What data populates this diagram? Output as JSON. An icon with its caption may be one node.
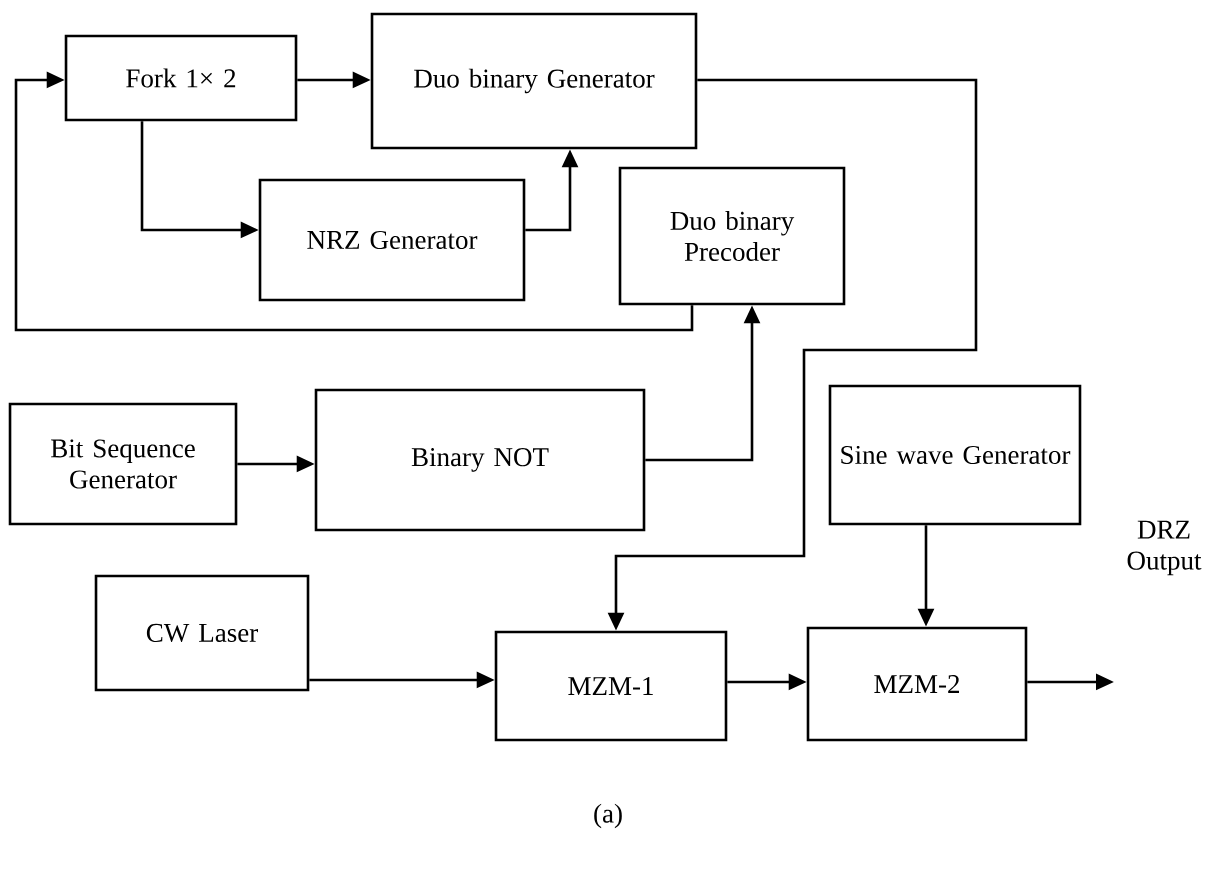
{
  "diagram": {
    "caption": "(a)",
    "nodes": [
      {
        "text": [
          "Fork 1× 2"
        ]
      },
      {
        "text": [
          "Duo binary Generator"
        ]
      },
      {
        "text": [
          "NRZ Generator"
        ]
      },
      {
        "text": [
          "Duo binary Precoder"
        ]
      },
      {
        "text": [
          "Bit Sequence Generator"
        ]
      },
      {
        "text": [
          "Binary NOT"
        ]
      },
      {
        "text": [
          "Sine wave Generator"
        ]
      },
      {
        "text": [
          "CW Laser"
        ]
      },
      {
        "text": [
          "MZM-1"
        ]
      },
      {
        "text": [
          "MZM-2"
        ]
      }
    ],
    "edges": [
      {
        "from": 0,
        "to": 1,
        "arrow": "to"
      },
      {
        "from": 0,
        "to": 2,
        "arrow": "to"
      },
      {
        "from": 2,
        "to": 1,
        "arrow": "to"
      },
      {
        "from": 3,
        "to": 0,
        "arrow": "to"
      },
      {
        "from": 4,
        "to": 5,
        "arrow": "to"
      },
      {
        "from": 5,
        "to": 3,
        "arrow": "to"
      },
      {
        "from": 1,
        "to": 8,
        "arrow": "to"
      },
      {
        "from": 7,
        "to": 8,
        "arrow": "to"
      },
      {
        "from": 8,
        "to": 9,
        "arrow": "to"
      },
      {
        "from": 6,
        "to": 9,
        "arrow": "to"
      },
      {
        "from": 9,
        "to": null,
        "arrow": "to"
      }
    ],
    "labels": [
      "DRZ Output"
    ]
  }
}
